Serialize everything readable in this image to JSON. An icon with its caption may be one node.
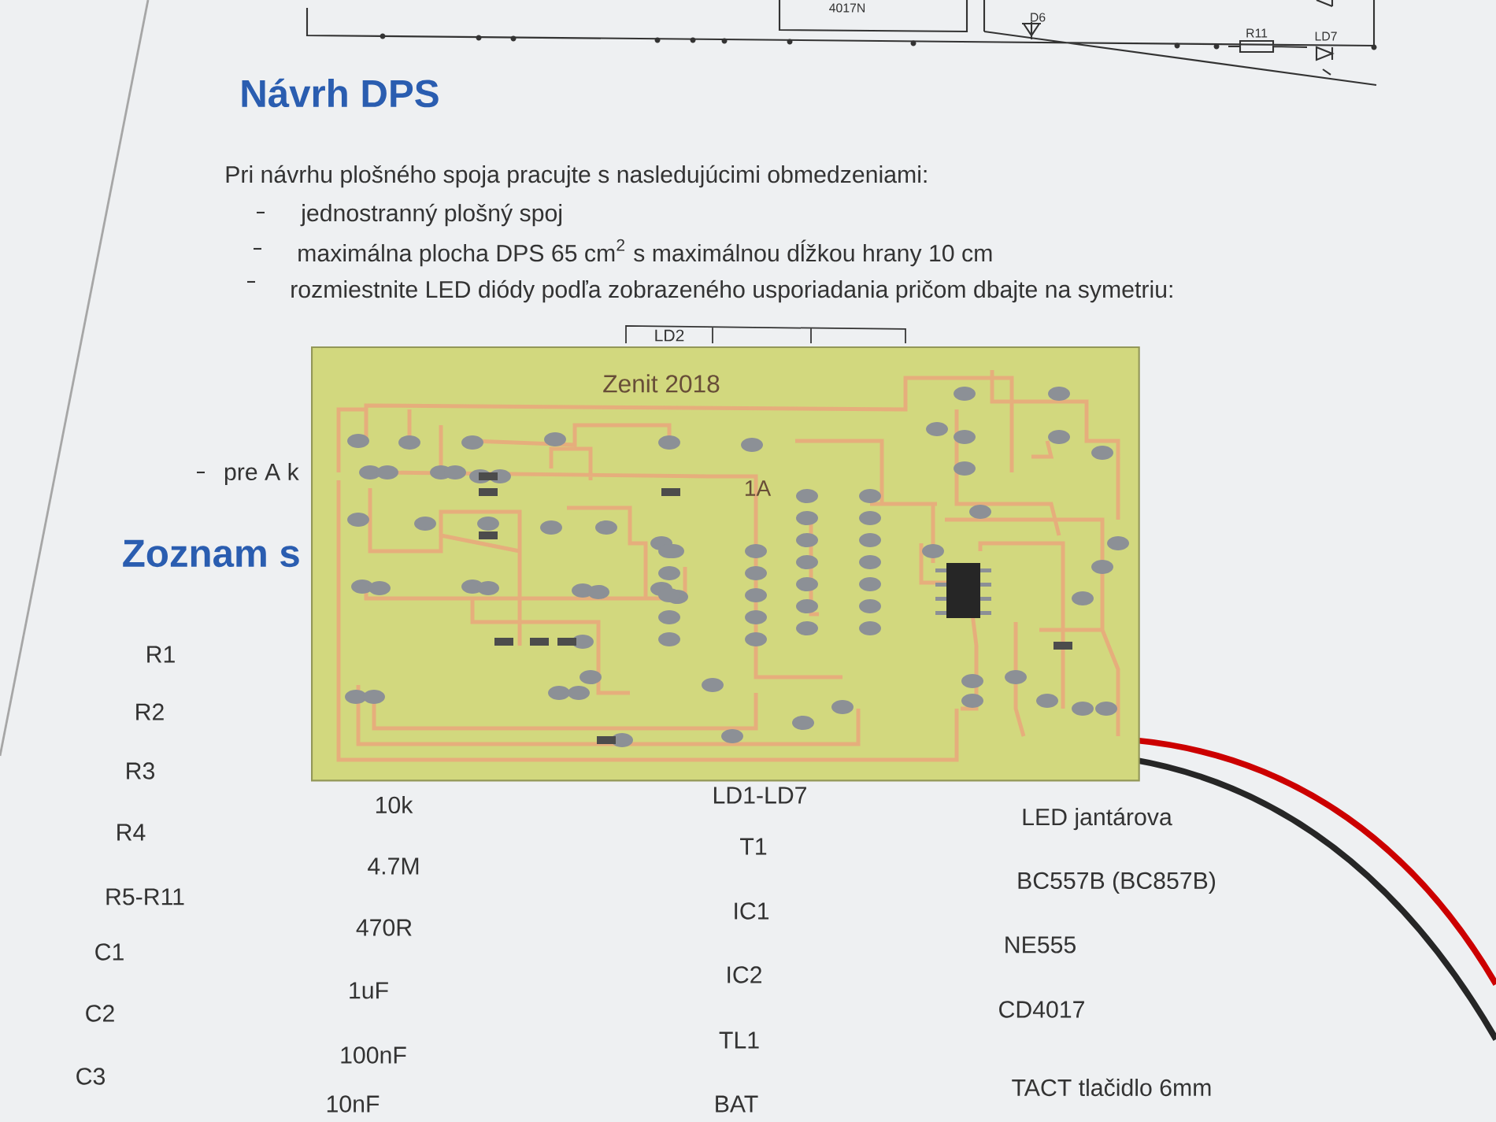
{
  "diagram": {
    "title": "Návrh DPS",
    "nodes": [
      {
        "text": [
          "Zenit 2018",
          "1A"
        ]
      }
    ],
    "labels": [
      "4017N",
      "D6",
      "R11",
      "LD7",
      "Pri návrhu plošného spoja pracujte s nasledujúcimi obmedzeniami:",
      "jednostranný plošný spoj",
      "maximálna plocha DPS 65 cm$^{2}$ s maximálnou dĺžkou hrany 10 cm",
      "rozmiestnite LED diódy podľa zobrazeného usporiadania pričom dbajte na symetriu:",
      "LD2",
      "pre A k",
      "Zoznam s",
      "R1",
      "R2",
      "R3",
      "10k",
      "LD1-LD7",
      "LED jantárova",
      "R4",
      "4.7M",
      "T1",
      "BC557B (BC857B)",
      "R5-R11",
      "470R",
      "IC1",
      "NE555",
      "C1",
      "1uF",
      "IC2",
      "CD4017",
      "C2",
      "100nF",
      "TL1",
      "TACT tlačidlo 6mm",
      "C3",
      "10nF",
      "BAT"
    ]
  }
}
